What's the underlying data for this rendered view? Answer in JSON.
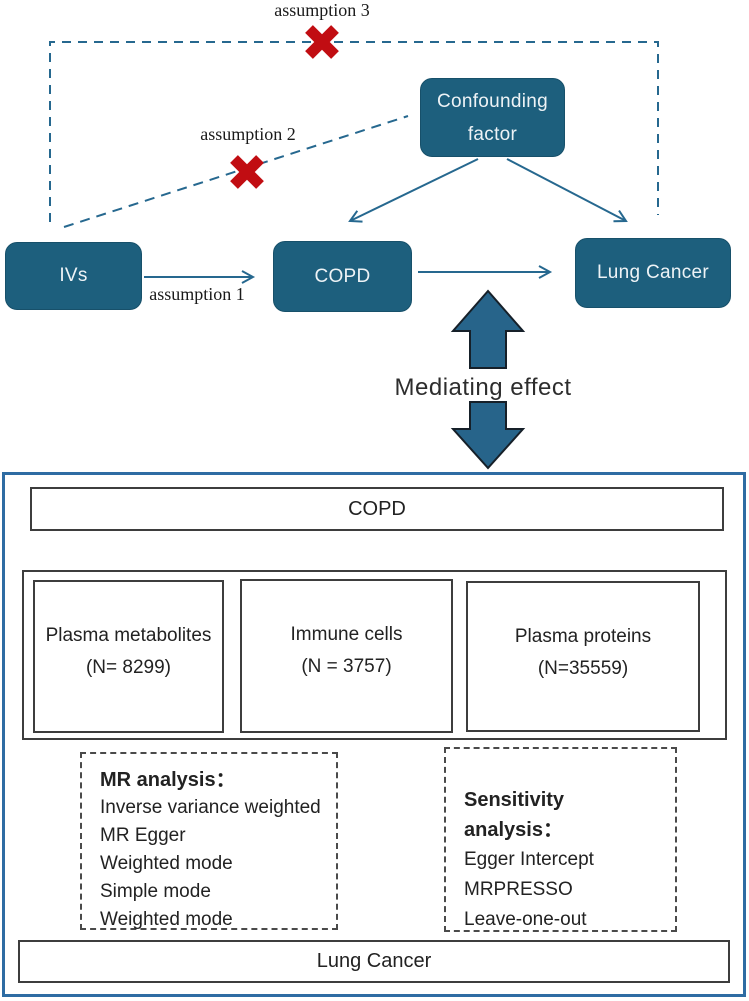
{
  "colors": {
    "node_fill": "#1d5f7d",
    "wire_blue": "#26688f",
    "cross_red": "#c10d12",
    "panel_border_blue": "#2e6ca3",
    "flow_box_border": "#3d3d3d",
    "black_arrow": "#111111"
  },
  "icons": {
    "red_x": "✖",
    "thin_down_arrow": "↓",
    "thick_down_arrow": "⬇",
    "thick_up_arrow": "⬆",
    "block_up_arrow": "⇧",
    "block_down_arrow": "⇩"
  },
  "dag": {
    "assumption1_label": "assumption 1",
    "assumption2_label": "assumption 2",
    "assumption3_label": "assumption 3",
    "iv_node": "IVs",
    "exposure_node": "COPD",
    "outcome_node": "Lung Cancer",
    "confounder_node": "Confounding factor",
    "mediating_label": "Mediating effect"
  },
  "flowchart": {
    "exposure_box": "COPD",
    "mediator_boxes": [
      {
        "title": "Plasma metabolites",
        "sample": "(N= 8299)"
      },
      {
        "title": "Immune cells",
        "sample": "(N = 3757)"
      },
      {
        "title": "Plasma proteins",
        "sample": "(N=35559)"
      }
    ],
    "mr_analysis_box": {
      "title": "MR analysis：",
      "items": [
        "Inverse variance weighted",
        "MR Egger",
        "Weighted mode",
        "Simple mode",
        "Weighted mode"
      ]
    },
    "sensitivity_box": {
      "title": "Sensitivity analysis：",
      "items": [
        "Egger Intercept",
        "MRPRESSO",
        "Leave-one-out"
      ]
    },
    "outcome_box": "Lung Cancer"
  }
}
